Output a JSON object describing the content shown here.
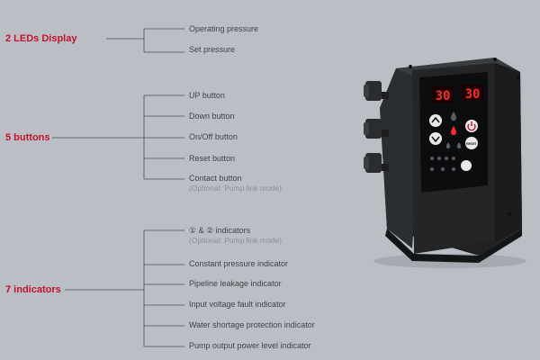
{
  "sections": [
    {
      "label": "2 LEDs Display",
      "items": [
        {
          "text": "Operating pressure"
        },
        {
          "text": "Set pressure"
        }
      ]
    },
    {
      "label": "5 buttons",
      "items": [
        {
          "text": "UP button"
        },
        {
          "text": "Down button"
        },
        {
          "text": "On/Off button"
        },
        {
          "text": "Reset button"
        },
        {
          "text": "Contact button",
          "sub": "(Optional: Pump link mode)"
        }
      ]
    },
    {
      "label": "7 indicators",
      "items": [
        {
          "text": "① & ② indicators",
          "sub": "(Optional: Pump link mode)"
        },
        {
          "text": "Constant pressure indicator"
        },
        {
          "text": "Pipeline leakage indicator"
        },
        {
          "text": "Input voltage fault indicator"
        },
        {
          "text": "Water shortage protection indicator"
        },
        {
          "text": "Pump output power level indicator"
        }
      ]
    }
  ],
  "device": {
    "display_left": "30",
    "display_right": "30",
    "reset_label": "RESET"
  },
  "colors": {
    "background": "#b9bfc4",
    "accent": "#c8102e",
    "lines": "#4a4f54",
    "text": "#3f4448",
    "device_body": "#2a2c2e",
    "led_red": "#ff2a2a"
  }
}
